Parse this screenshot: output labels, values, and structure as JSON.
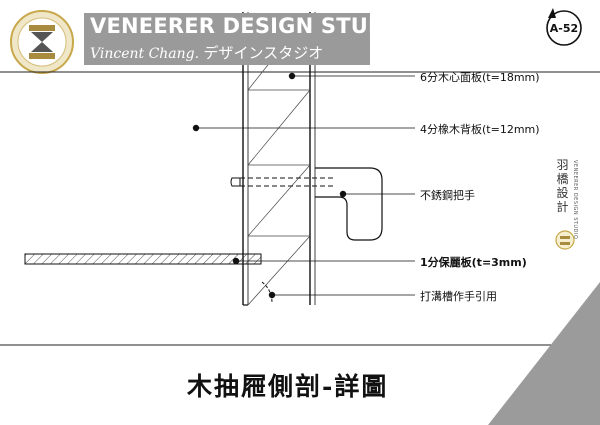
{
  "brand": {
    "title": "VENEERER DESIGN STUDIO.",
    "subtitle_en": "Vincent Chang.",
    "subtitle_jp": "デザインスタジオ"
  },
  "sheet": {
    "number": "A-52"
  },
  "side_brand": {
    "name_cn": "羽橋設計",
    "name_en": "VENEERER DESIGN STUDIO"
  },
  "callouts": [
    {
      "text": "6分木心面板(t=18mm)",
      "bold": false
    },
    {
      "text": "4分橡木背板(t=12mm)",
      "bold": false
    },
    {
      "text": "不銹鋼把手",
      "bold": false
    },
    {
      "text": "1分保麗板(t=3mm)",
      "bold": true
    },
    {
      "text": "打溝槽作手引用",
      "bold": false
    }
  ],
  "caption": "木抽屜側剖-詳圖",
  "colors": {
    "logo_box": "#9a9a9a",
    "ink": "#111111",
    "corner": "#9b9b9b",
    "gold": "#c8a84a"
  }
}
